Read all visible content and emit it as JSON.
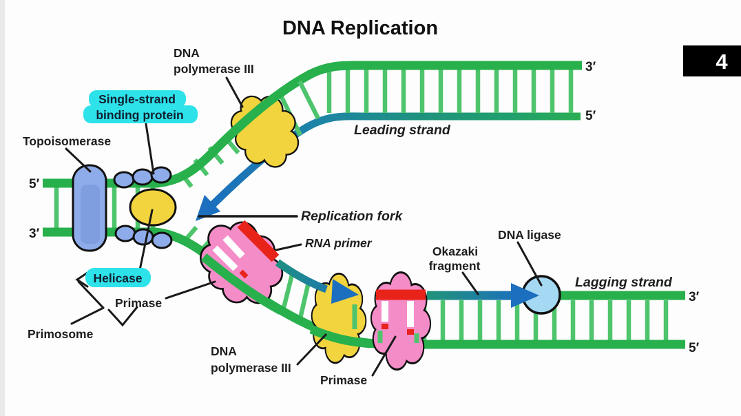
{
  "diagram": {
    "title": "DNA Replication",
    "slide_badge": "4",
    "labels": {
      "dna_polymerase_top": [
        "DNA",
        "polymerase III"
      ],
      "single_strand_binding_protein": [
        "Single-strand",
        "binding protein"
      ],
      "topoisomerase": "Topoisomerase",
      "helicase": "Helicase",
      "primase_upper": "Primase",
      "primosome": "Primosome",
      "replication_fork": "Replication fork",
      "rna_primer": "RNA primer",
      "leading_strand": "Leading strand",
      "lagging_strand": "Lagging strand",
      "okazaki_fragment": [
        "Okazaki",
        "fragment"
      ],
      "dna_ligase": "DNA ligase",
      "dna_polymerase_bottom": [
        "DNA",
        "polymerase III"
      ],
      "primase_lower": "Primase"
    },
    "strand_ends": {
      "parental_top_5": "5′",
      "parental_bottom_3": "3′",
      "top_duplex_3": "3′",
      "top_duplex_5": "5′",
      "bottom_duplex_3": "3′",
      "bottom_duplex_5": "5′"
    },
    "colors": {
      "dna_green": "#27B04C",
      "rung_green": "#4EC46C",
      "arrow_blue": "#1C6FBE",
      "teal": "#1F9180",
      "polymerase_yellow": "#F2D43E",
      "primase_pink": "#F48CC8",
      "protein_blue": "#8FACEA",
      "protein_blue_dark": "#7E9EE0",
      "ligase_blue": "#A5D8F2",
      "highlight_cyan": "#2EE2EA",
      "primer_red": "#E8231A",
      "leading_label_blue": "#2D6EC8",
      "lagging_label_green": "#33AD54"
    }
  }
}
